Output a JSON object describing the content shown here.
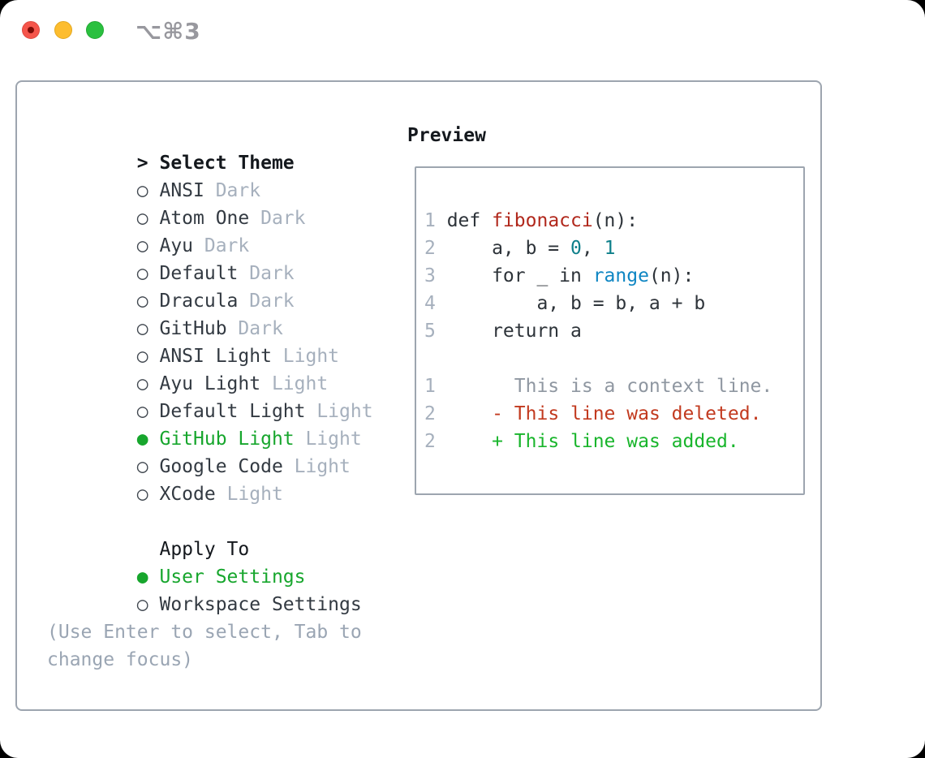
{
  "titlebar": {
    "shortcut": "⌥⌘3"
  },
  "sidebar": {
    "prompt": ">",
    "title": "Select Theme",
    "themes": [
      {
        "marker": "○",
        "label": "ANSI",
        "variant": "Dark",
        "selected": false
      },
      {
        "marker": "○",
        "label": "Atom One",
        "variant": "Dark",
        "selected": false
      },
      {
        "marker": "○",
        "label": "Ayu",
        "variant": "Dark",
        "selected": false
      },
      {
        "marker": "○",
        "label": "Default",
        "variant": "Dark",
        "selected": false
      },
      {
        "marker": "○",
        "label": "Dracula",
        "variant": "Dark",
        "selected": false
      },
      {
        "marker": "○",
        "label": "GitHub",
        "variant": "Dark",
        "selected": false
      },
      {
        "marker": "○",
        "label": "ANSI Light",
        "variant": "Light",
        "selected": false
      },
      {
        "marker": "○",
        "label": "Ayu Light",
        "variant": "Light",
        "selected": false
      },
      {
        "marker": "○",
        "label": "Default Light",
        "variant": "Light",
        "selected": false
      },
      {
        "marker": "●",
        "label": "GitHub Light",
        "variant": "Light",
        "selected": true
      },
      {
        "marker": "○",
        "label": "Google Code",
        "variant": "Light",
        "selected": false
      },
      {
        "marker": "○",
        "label": "XCode",
        "variant": "Light",
        "selected": false
      }
    ],
    "apply_to": {
      "title": "Apply To",
      "options": [
        {
          "marker": "●",
          "label": "User Settings",
          "selected": true
        },
        {
          "marker": "○",
          "label": "Workspace Settings",
          "selected": false
        }
      ]
    },
    "hint_line1": "(Use Enter to select, Tab to",
    "hint_line2": "change focus)"
  },
  "preview": {
    "heading": "Preview",
    "code": {
      "l1": {
        "n": "1",
        "a": "def ",
        "b": "fibonacci",
        "c": "(n):"
      },
      "l2": {
        "n": "2",
        "a": "    a, b = ",
        "b": "0",
        "c": ", ",
        "d": "1"
      },
      "l3": {
        "n": "3",
        "a": "    for _ in ",
        "b": "range",
        "c": "(n):"
      },
      "l4": {
        "n": "4",
        "a": "        a, b = b, a + b"
      },
      "l5": {
        "n": "5",
        "a": "    return a"
      },
      "l6": {
        "n": "1",
        "a": "      This is a context line."
      },
      "l7": {
        "n": "2",
        "a": "    ",
        "b": "- This line was deleted."
      },
      "l8": {
        "n": "2",
        "a": "    ",
        "b": "+ This line was added."
      }
    }
  },
  "colors": {
    "accent_green": "#17a62d",
    "added_green": "#19b52c",
    "deleted_red": "#c23a1f",
    "function_red": "#b1281c",
    "builtin_blue": "#0f86c3",
    "number_teal": "#0e7f8a",
    "context_gray": "#8f97a1",
    "muted_gray": "#a6b0bd",
    "hint_gray": "#9aa5b3",
    "text_dark": "#333a42",
    "border_gray": "#9da5af",
    "traffic_red": "#f5554b",
    "traffic_yellow": "#fdbd2f",
    "traffic_green": "#2ac03f",
    "title_gray": "#98989e"
  }
}
